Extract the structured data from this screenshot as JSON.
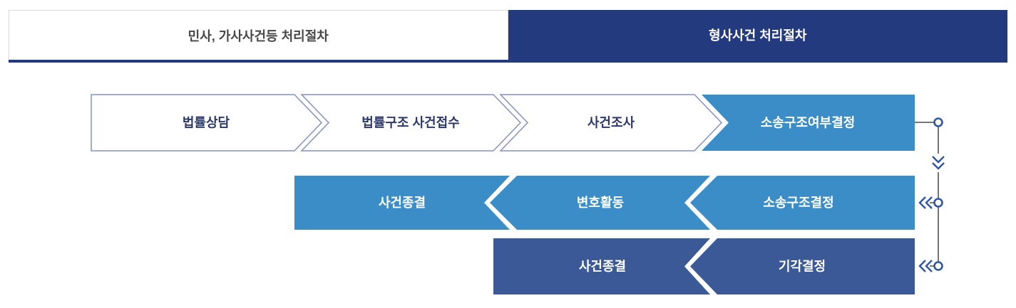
{
  "tabs": {
    "civil": {
      "label": "민사, 가사사건등 처리절차"
    },
    "criminal": {
      "label": "형사사건 처리절차"
    }
  },
  "flow": {
    "row1": {
      "steps": [
        {
          "label": "법률상담"
        },
        {
          "label": "법률구조 사건접수"
        },
        {
          "label": "사건조사"
        },
        {
          "label": "소송구조여부결정"
        }
      ]
    },
    "row2": {
      "steps": [
        {
          "label": "사건종결"
        },
        {
          "label": "변호활동"
        },
        {
          "label": "소송구조결정"
        }
      ]
    },
    "row3": {
      "steps": [
        {
          "label": "사건종결"
        },
        {
          "label": "기각결정"
        }
      ]
    }
  },
  "colors": {
    "accent_navy": "#243a7e",
    "accent_blue": "#3b8dc7",
    "accent_steel_blue": "#3b5996",
    "outline_slate": "#8690bd",
    "connector_navy": "#2f55a4"
  }
}
